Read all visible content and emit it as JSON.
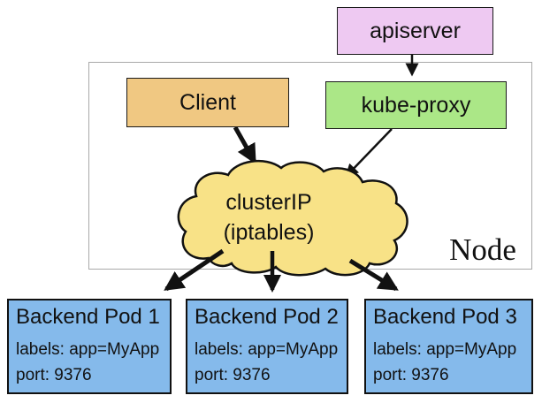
{
  "nodes": {
    "apiserver": {
      "label": "apiserver"
    },
    "client": {
      "label": "Client"
    },
    "kube_proxy": {
      "label": "kube-proxy"
    },
    "cluster_ip": {
      "line1": "clusterIP",
      "line2": "(iptables)"
    },
    "node": {
      "label": "Node"
    }
  },
  "pods": [
    {
      "title": "Backend Pod 1",
      "labels": "labels: app=MyApp",
      "port": "port: 9376"
    },
    {
      "title": "Backend Pod 2",
      "labels": "labels: app=MyApp",
      "port": "port: 9376"
    },
    {
      "title": "Backend Pod 3",
      "labels": "labels: app=MyApp",
      "port": "port: 9376"
    }
  ],
  "colors": {
    "apiserver_fill": "#eec9f2",
    "client_fill": "#f0c882",
    "kube_proxy_fill": "#abe787",
    "cloud_fill": "#f8e287",
    "pod_fill": "#85baeb",
    "node_border": "#a9a9a9",
    "arrow_color": "#111111"
  },
  "edges": [
    {
      "from": "apiserver",
      "to": "kube-proxy",
      "style": "thin"
    },
    {
      "from": "kube-proxy",
      "to": "clusterIP",
      "style": "thin"
    },
    {
      "from": "Client",
      "to": "clusterIP",
      "style": "thick"
    },
    {
      "from": "clusterIP",
      "to": "Backend Pod 1",
      "style": "thick"
    },
    {
      "from": "clusterIP",
      "to": "Backend Pod 2",
      "style": "thick"
    },
    {
      "from": "clusterIP",
      "to": "Backend Pod 3",
      "style": "thick"
    }
  ]
}
